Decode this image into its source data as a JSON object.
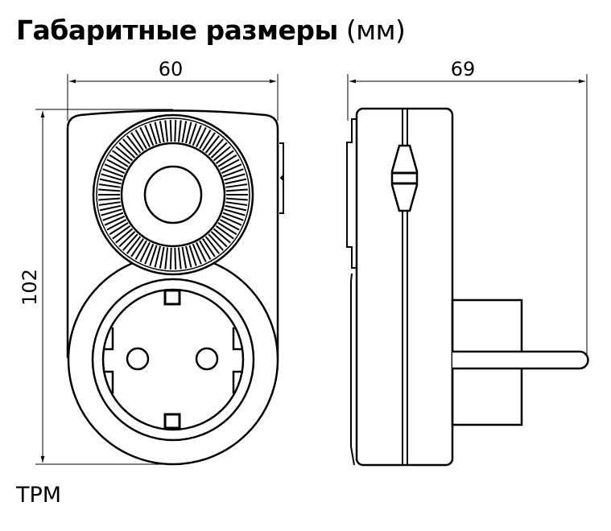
{
  "title": {
    "bold": "Габаритные размеры",
    "unit": "(мм)"
  },
  "dimensions": {
    "width": "60",
    "depth": "69",
    "height": "102"
  },
  "model": "TPM",
  "colors": {
    "line": "#000000",
    "background": "#ffffff"
  }
}
